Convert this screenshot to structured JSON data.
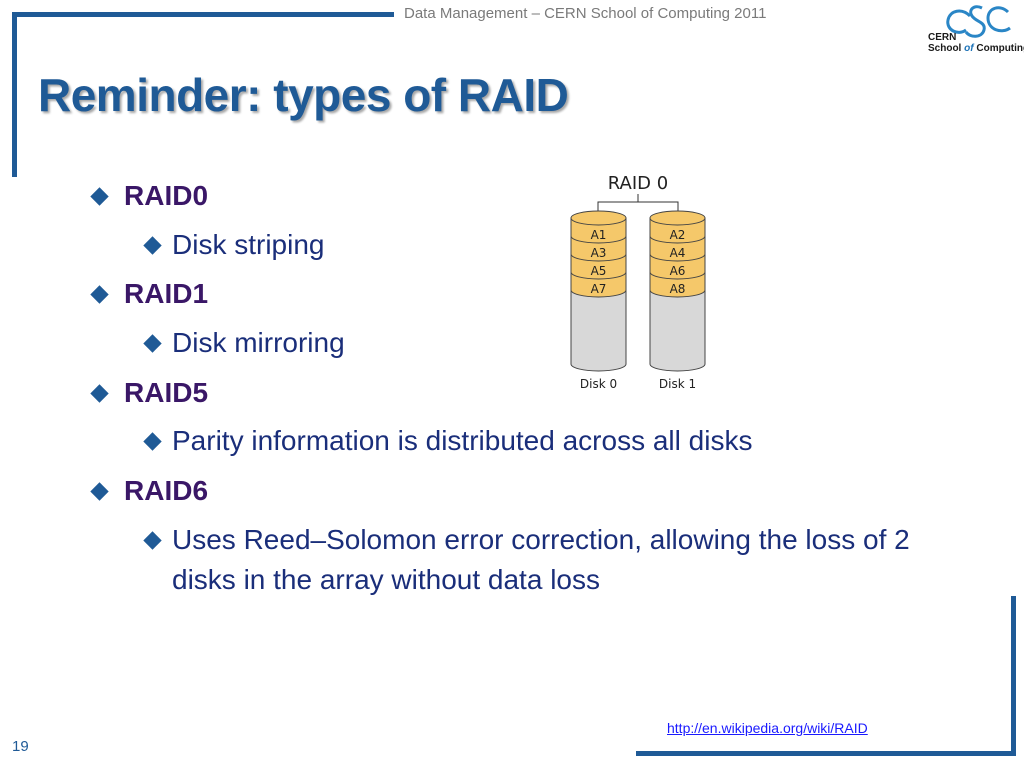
{
  "header": {
    "text": "Data Management – CERN School of Computing 2011",
    "logo_lines": [
      "CERN",
      "School",
      "of",
      "Computing"
    ]
  },
  "title": "Reminder: types of RAID",
  "bullets": [
    {
      "label": "RAID0",
      "sub": "Disk striping"
    },
    {
      "label": "RAID1",
      "sub": "Disk mirroring"
    },
    {
      "label": "RAID5",
      "sub": "Parity information is distributed across all disks"
    },
    {
      "label": "RAID6",
      "sub": "Uses Reed–Solomon error correction, allowing the loss of 2 disks in the array without data loss"
    }
  ],
  "diagram": {
    "title": "RAID 0",
    "disks": [
      {
        "label": "Disk 0",
        "blocks": [
          "A1",
          "A3",
          "A5",
          "A7"
        ]
      },
      {
        "label": "Disk 1",
        "blocks": [
          "A2",
          "A4",
          "A6",
          "A8"
        ]
      }
    ]
  },
  "footer": {
    "link": "http://en.wikipedia.org/wiki/RAID",
    "page_number": "19"
  },
  "colors": {
    "accent": "#1f5a96",
    "bullet_level1": "#3a1767",
    "bullet_level2": "#1a2e7a",
    "block_fill": "#f5c86a",
    "disk_fill": "#d8d8d8",
    "link": "#1a1aff"
  }
}
